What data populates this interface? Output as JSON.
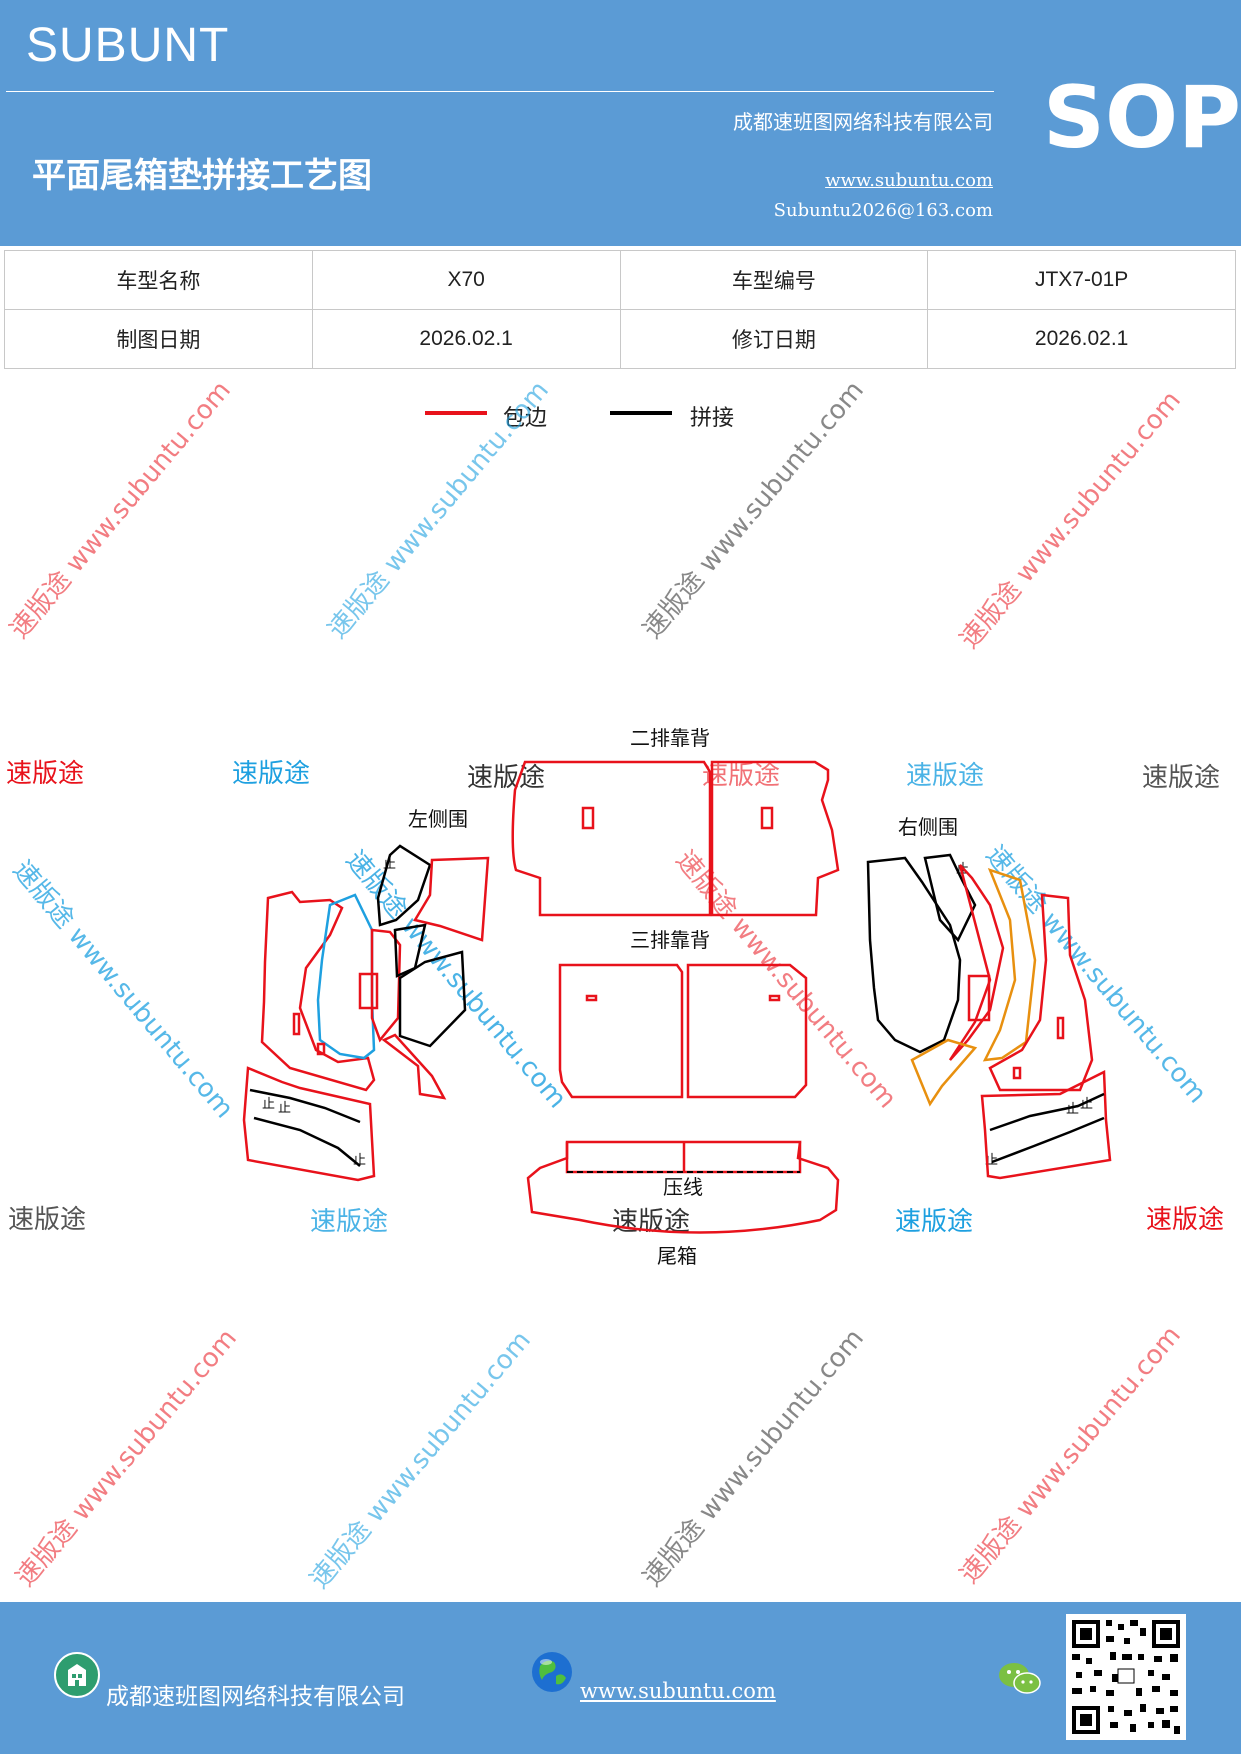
{
  "header": {
    "brand": "SUBUNT",
    "title": "平面尾箱垫拼接工艺图",
    "company": "成都速班图网络科技有限公司",
    "website": "www.subuntu.com",
    "email": "Subuntu2026@163.com",
    "badge": "SOP"
  },
  "info": {
    "model_name_label": "车型名称",
    "model_name": "X70",
    "model_code_label": "车型编号",
    "model_code": "JTX7-01P",
    "draw_date_label": "制图日期",
    "draw_date": "2026.02.1",
    "revise_date_label": "修订日期",
    "revise_date": "2026.02.1"
  },
  "legend": {
    "edge_label": "包边",
    "edge_color": "#e8121b",
    "splice_label": "拼接",
    "splice_color": "#000000"
  },
  "diagram": {
    "second_row_back": "二排靠背",
    "third_row_back": "三排靠背",
    "left_side": "左侧围",
    "right_side": "右侧围",
    "press_line": "压线",
    "trunk": "尾箱",
    "stop_mark": "止"
  },
  "watermarks": {
    "brand": "速版途",
    "diagonal": "速版途 www.subuntu.com",
    "colors": {
      "red": "#e8121b",
      "blue": "#1ea0e0",
      "gray": "#555555"
    }
  },
  "footer": {
    "company": "成都速班图网络科技有限公司",
    "website": "www.subuntu.com",
    "building_icon": "building-icon",
    "globe_icon": "globe-icon",
    "wechat_icon": "wechat-icon",
    "qr": "qr-code"
  }
}
